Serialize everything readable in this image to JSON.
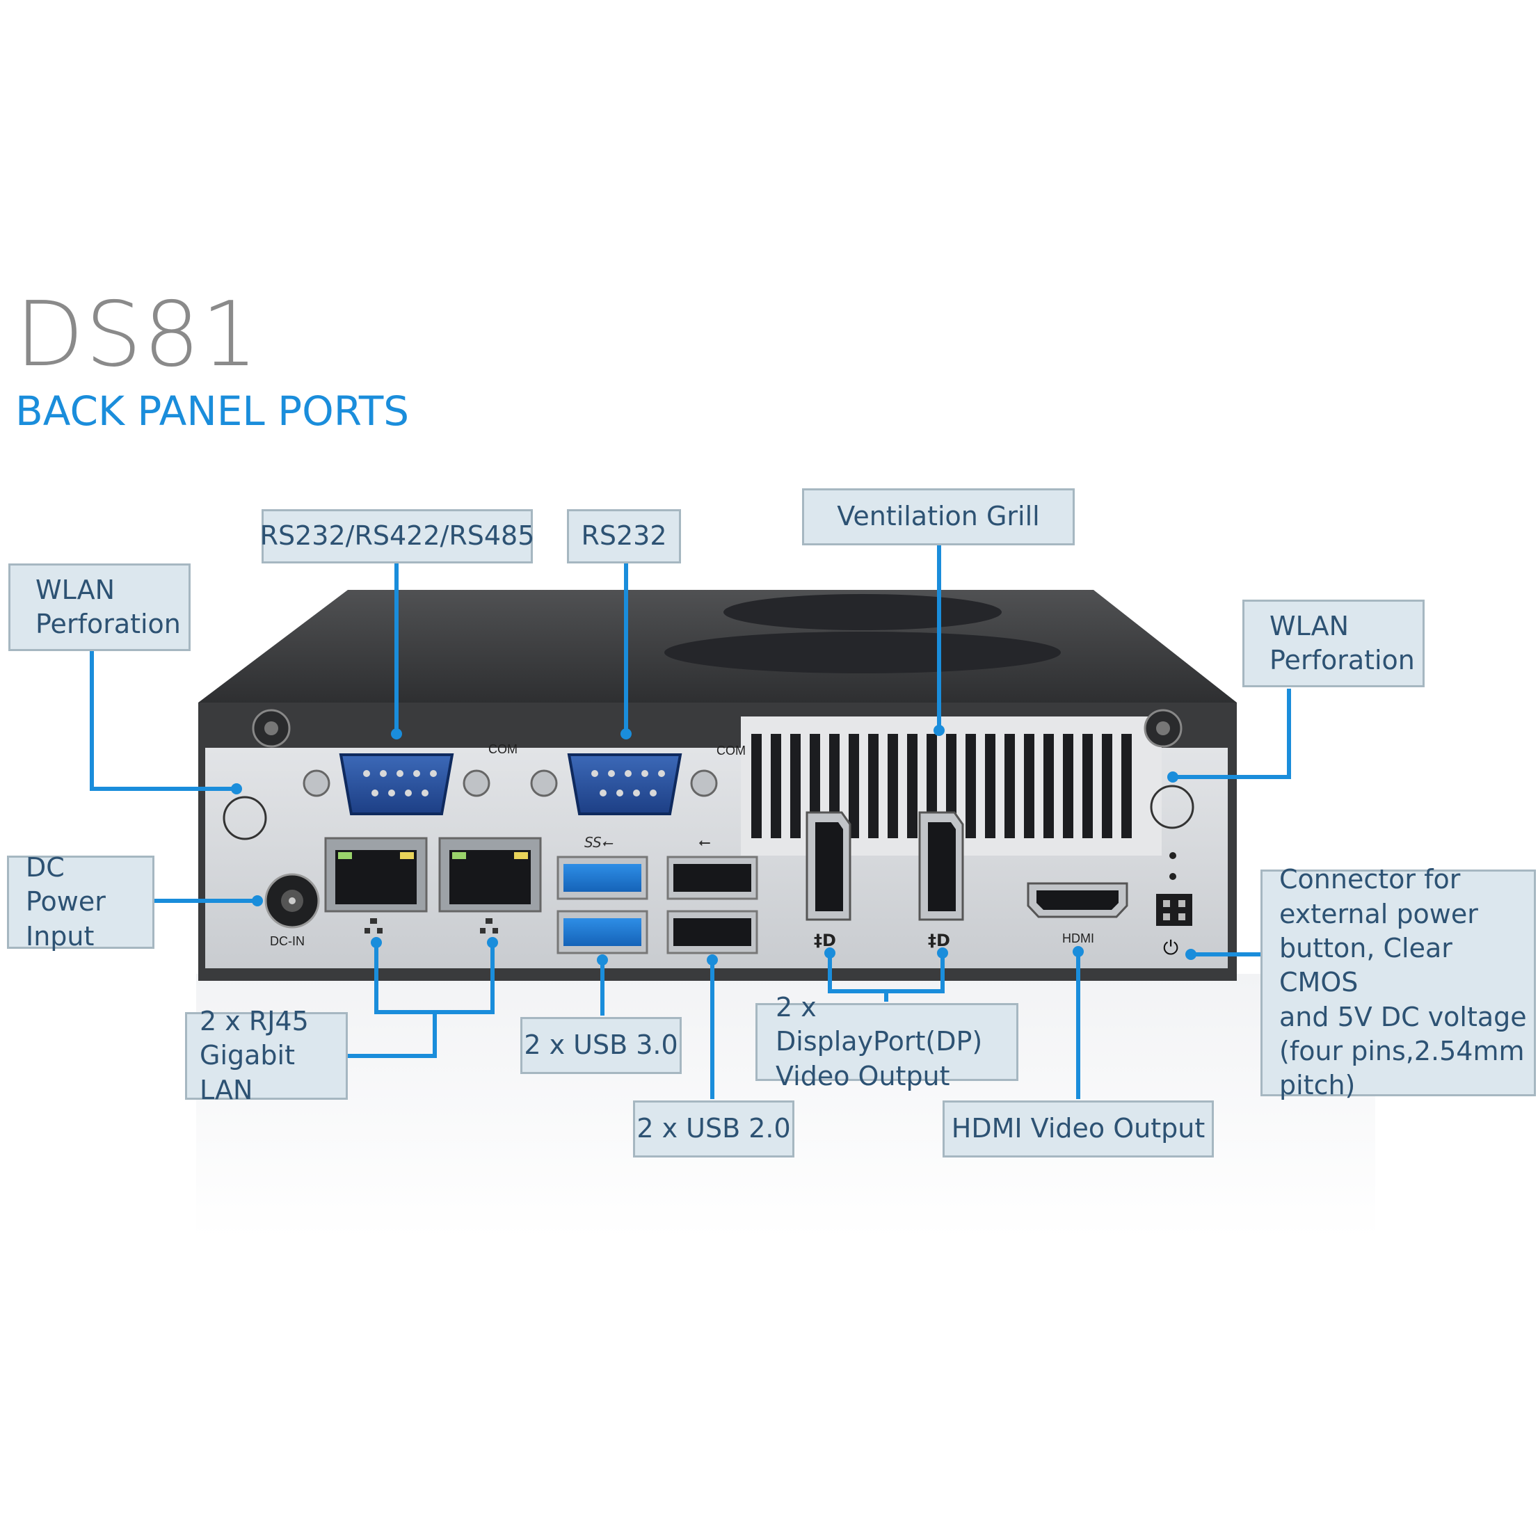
{
  "title": "DS81",
  "subtitle": "BACK PANEL PORTS",
  "colors": {
    "accent": "#1a8ddb",
    "callout_bg": "#dce7ee",
    "callout_text": "#2d5273",
    "chassis": "#3a3b3d",
    "panel": "#d8dadd"
  },
  "panel_labels": {
    "com1": "COM",
    "com2": "COM",
    "dc_in": "DC-IN",
    "hdmi": "HDMI"
  },
  "callouts": {
    "wlan_left": "WLAN\nPerforation",
    "rs232_422_485": "RS232/RS422/RS485",
    "rs232": "RS232",
    "ventilation": "Ventilation Grill",
    "wlan_right": "WLAN\nPerforation",
    "dc_power": "DC Power\nInput",
    "rj45": "2 x RJ45\nGigabit LAN",
    "usb3": "2 x USB 3.0",
    "usb2": "2 x USB 2.0",
    "displayport": "2 x DisplayPort(DP)\nVideo Output",
    "hdmi_out": "HDMI Video Output",
    "connector": "Connector for\nexternal power\nbutton, Clear CMOS\nand 5V DC voltage\n(four pins,2.54mm\npitch)"
  },
  "icons": [
    "lan-icon",
    "usb3-icon",
    "usb2-icon",
    "displayport-icon",
    "power-icon",
    "screw-icon",
    "vent-grill"
  ]
}
